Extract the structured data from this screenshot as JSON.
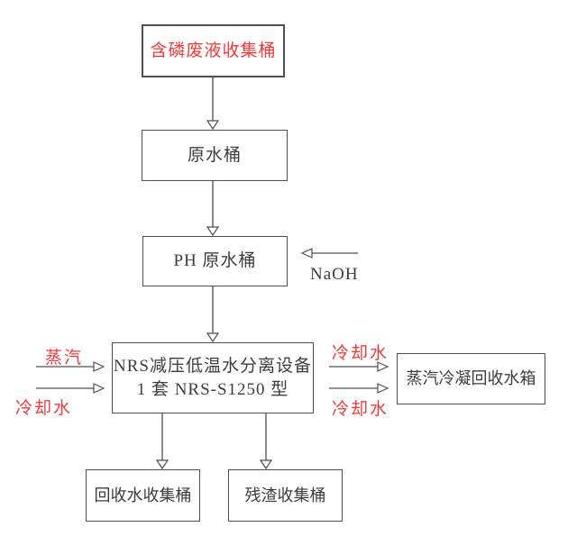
{
  "diagram": {
    "colors": {
      "red": "#f23a3a",
      "ink": "#3d3d3d",
      "line": "#4f4f4f",
      "background": "#ffffff"
    },
    "boxes": {
      "phosphorus_waste": {
        "label": "含磷废液收集桶"
      },
      "raw_water": {
        "label": "原水桶"
      },
      "ph_raw_water": {
        "label": "PH 原水桶"
      },
      "separator": {
        "line1": "NRS减压低温水分离设备",
        "line2": "1 套 NRS-S1250 型"
      },
      "condensate_tank": {
        "label": "蒸汽冷凝回收水箱"
      },
      "recovered_water": {
        "label": "回收水收集桶"
      },
      "residue": {
        "label": "残渣收集桶"
      }
    },
    "flow_labels": {
      "naoh": "NaOH",
      "steam_in": "蒸汽",
      "cooling_water_in": "冷却水",
      "cooling_water_out_top": "冷却水",
      "cooling_water_out_bottom": "冷却水"
    }
  }
}
